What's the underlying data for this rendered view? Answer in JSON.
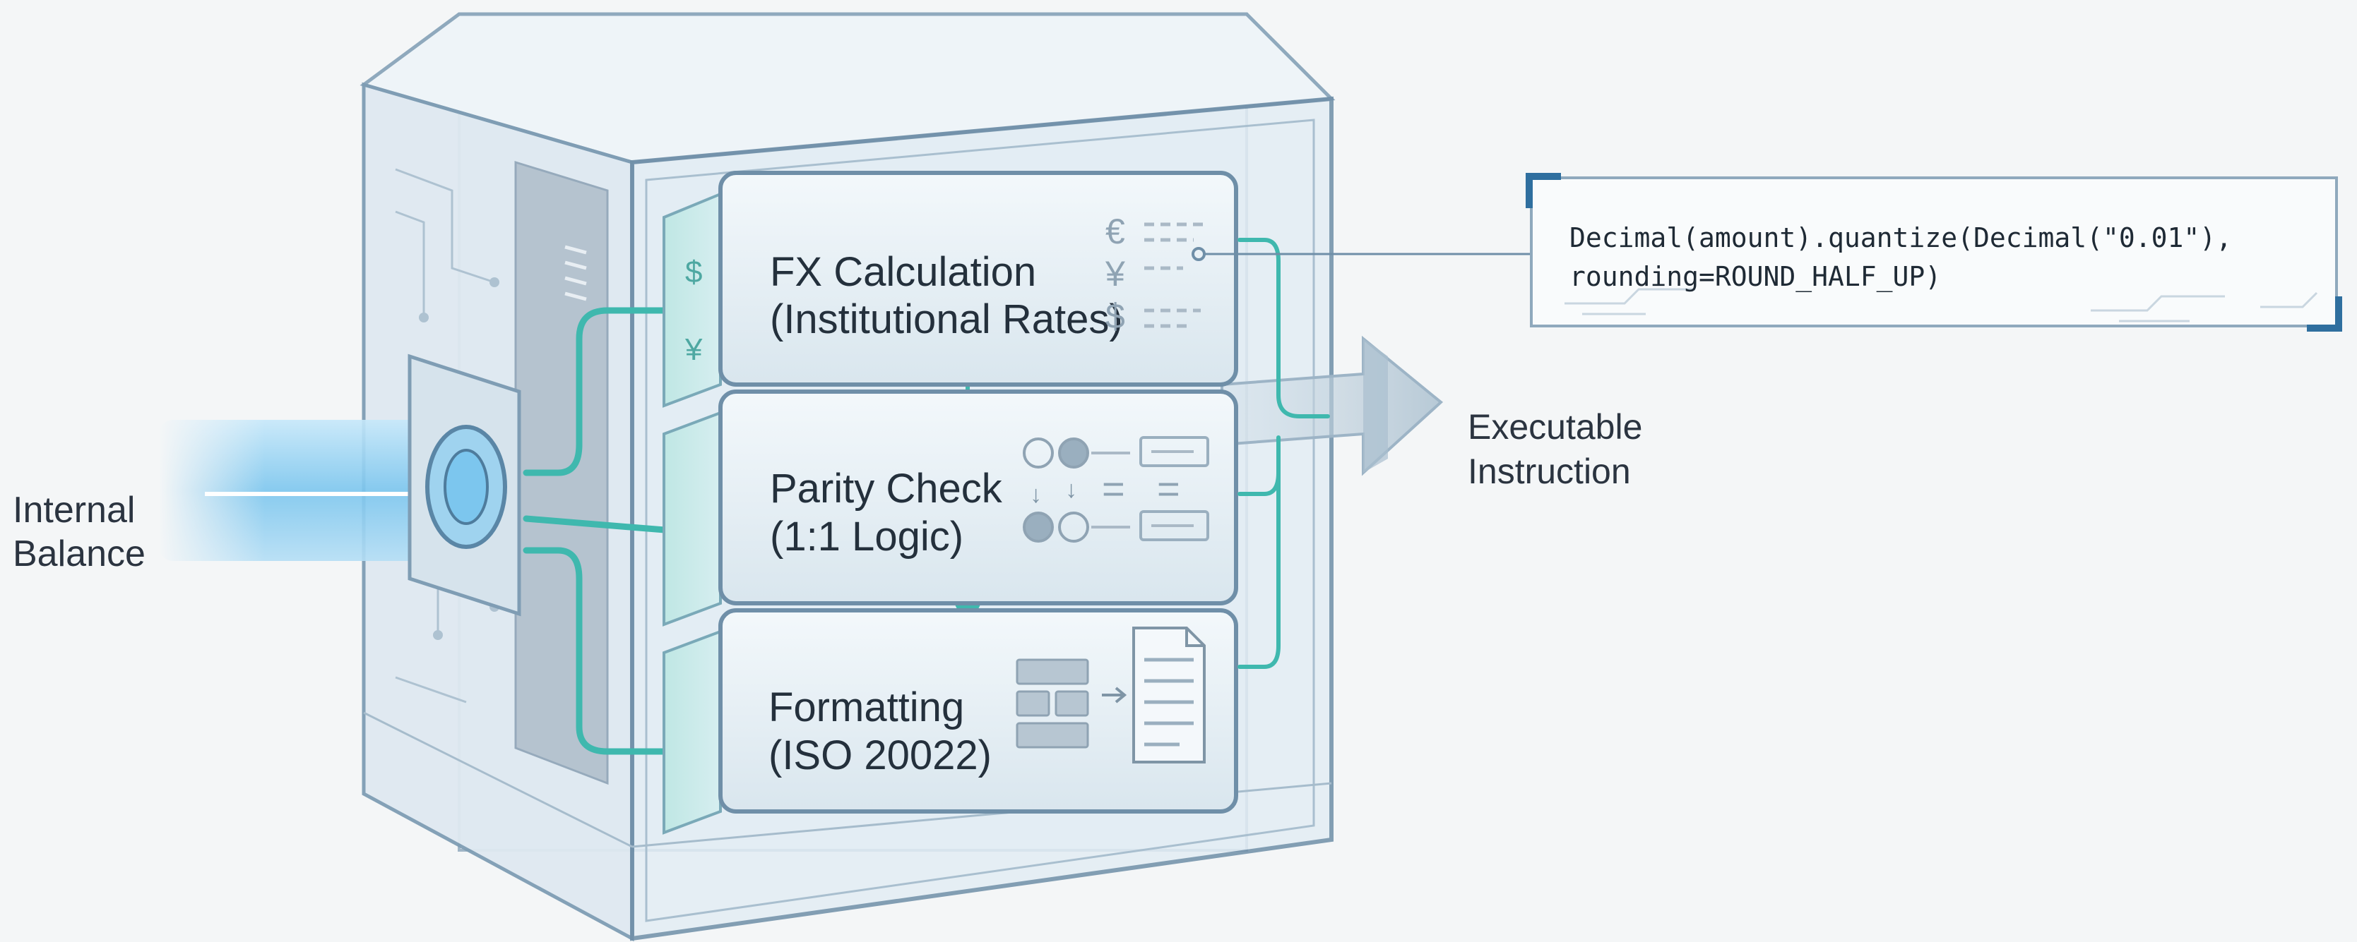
{
  "input": {
    "label_line1": "Internal",
    "label_line2": "Balance"
  },
  "output": {
    "label_line1": "Executable",
    "label_line2": "Instruction"
  },
  "stages": [
    {
      "title_line1": "FX Calculation",
      "title_line2": "(Institutional Rates)",
      "icon": "currency-list-icon"
    },
    {
      "title_line1": "Parity Check",
      "title_line2": "(1:1 Logic)",
      "icon": "parity-logic-icon"
    },
    {
      "title_line1": "Formatting",
      "title_line2": "(ISO 20022)",
      "icon": "format-document-icon"
    }
  ],
  "currency_symbols": [
    "€",
    "¥",
    "$"
  ],
  "side_symbols": [
    "$",
    "¥"
  ],
  "parity_symbols": [
    "↓",
    "↓",
    "="
  ],
  "code_callout": {
    "line1": "Decimal(amount).quantize(Decimal(\"0.01\"),",
    "line2": "rounding=ROUND_HALF_UP)"
  },
  "colors": {
    "background": "#f4f6f7",
    "box_stroke": "#6f8fa8",
    "box_fill": "#dfeaf2",
    "flow_teal": "#3fb8ae",
    "input_tube": "#7cc6ee",
    "callout_accent": "#2f6f9f"
  }
}
